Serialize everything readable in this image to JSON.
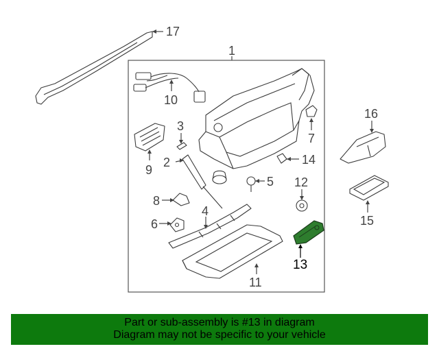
{
  "diagram": {
    "callouts": [
      "1",
      "2",
      "3",
      "4",
      "5",
      "6",
      "7",
      "8",
      "9",
      "10",
      "11",
      "12",
      "13",
      "14",
      "15",
      "16",
      "17"
    ],
    "highlighted_part": "13",
    "highlight_color": "#2e7d2e"
  },
  "banner": {
    "line1": "Part or sub-assembly is #13 in diagram",
    "line2": "Diagram may not be specific to your vehicle",
    "background": "#0d7a0d"
  }
}
